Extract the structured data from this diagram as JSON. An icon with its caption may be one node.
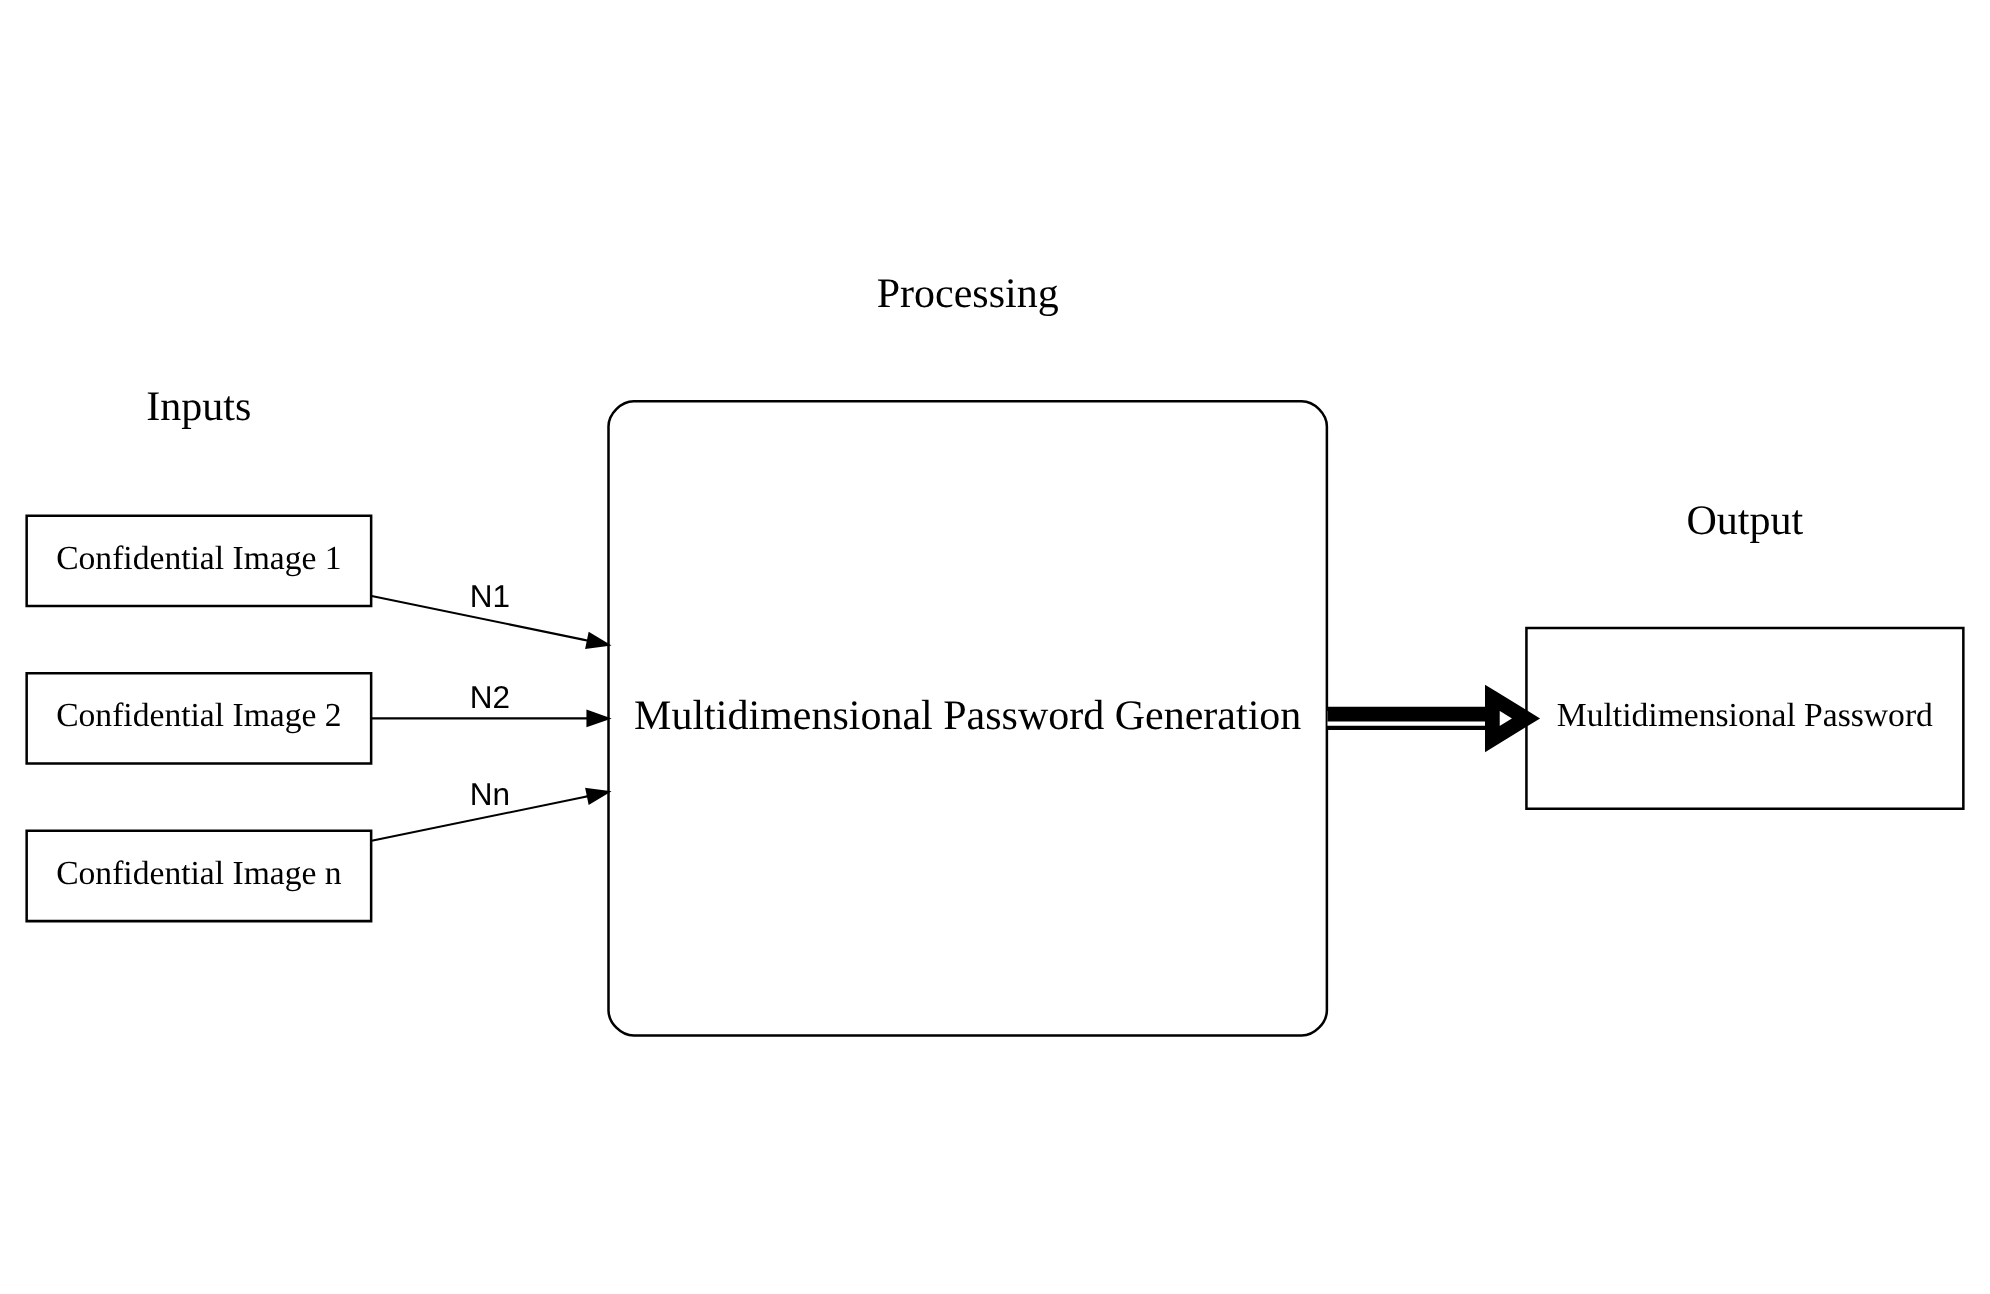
{
  "diagram": {
    "nodes": [
      {
        "text": [
          "Confidential Image 1"
        ]
      },
      {
        "text": [
          "Confidential Image 2"
        ]
      },
      {
        "text": [
          "Confidential Image n"
        ]
      },
      {
        "text": [
          "Multidimensional Password Generation"
        ]
      },
      {
        "text": [
          "Multidimensional Password"
        ]
      }
    ],
    "edges": [
      {
        "from": 0,
        "to": 3,
        "arrow": "to",
        "label": "N1"
      },
      {
        "from": 1,
        "to": 3,
        "arrow": "to",
        "label": "N2"
      },
      {
        "from": 2,
        "to": 3,
        "arrow": "to",
        "label": "Nn"
      },
      {
        "from": 3,
        "to": 4,
        "arrow": "to",
        "style": "thick"
      }
    ],
    "labels": [
      "Inputs",
      "Processing",
      "Output"
    ]
  }
}
